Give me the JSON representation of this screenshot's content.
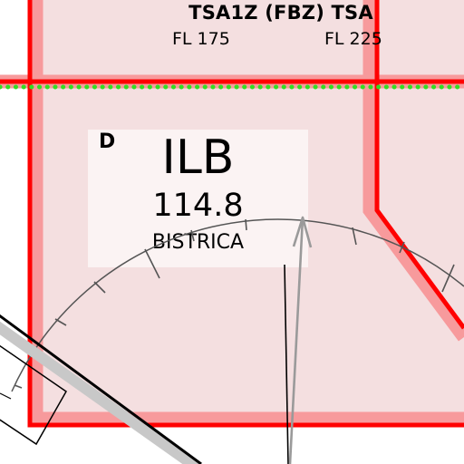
{
  "map": {
    "airspace_fill": "#f4dfe0",
    "boundary_color": "#ff0000",
    "boundary_halo_color": "#f79a9c",
    "fir_line_color": "#33dd22",
    "compass_color": "#555555"
  },
  "tsa": {
    "name": "TSA1Z (FBZ) TSA",
    "lower_limit": "FL 175",
    "upper_limit": "FL 225"
  },
  "navaid": {
    "class": "D",
    "ident": "ILB",
    "frequency": "114.8",
    "name": "BISTRICA"
  }
}
